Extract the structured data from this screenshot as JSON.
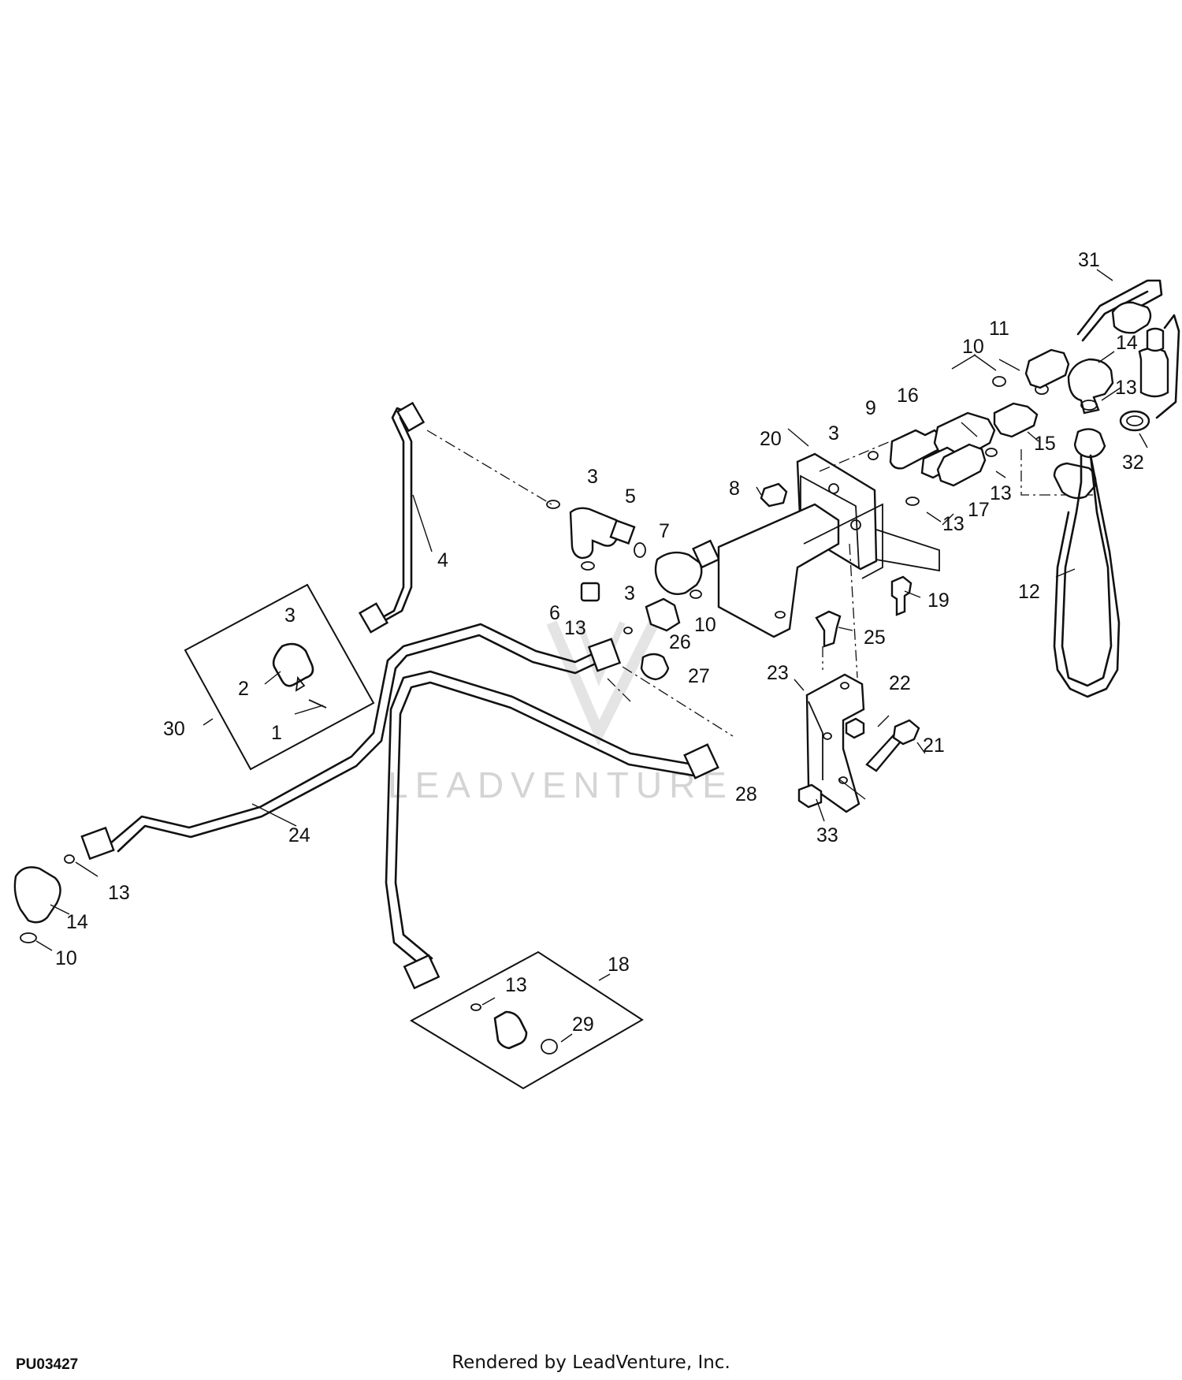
{
  "diagram": {
    "callouts": {
      "c1": "1",
      "c2": "2",
      "c3a": "3",
      "c3b": "3",
      "c3c": "3",
      "c3d": "3",
      "c4": "4",
      "c5": "5",
      "c6": "6",
      "c7": "7",
      "c8": "8",
      "c9": "9",
      "c10a": "10",
      "c10b": "10",
      "c10c": "10",
      "c11": "11",
      "c12": "12",
      "c13a": "13",
      "c13b": "13",
      "c13c": "13",
      "c13d": "13",
      "c13e": "13",
      "c13f": "13",
      "c14a": "14",
      "c14b": "14",
      "c15": "15",
      "c16": "16",
      "c17": "17",
      "c18": "18",
      "c19": "19",
      "c20": "20",
      "c21": "21",
      "c22": "22",
      "c23": "23",
      "c24": "24",
      "c25": "25",
      "c26": "26",
      "c27": "27",
      "c28": "28",
      "c29": "29",
      "c30": "30",
      "c31": "31",
      "c32": "32",
      "c33": "33"
    },
    "watermark": "LEADVENTURE"
  },
  "footer": {
    "figure_id": "PU03427",
    "credit": "Rendered by LeadVenture, Inc."
  }
}
